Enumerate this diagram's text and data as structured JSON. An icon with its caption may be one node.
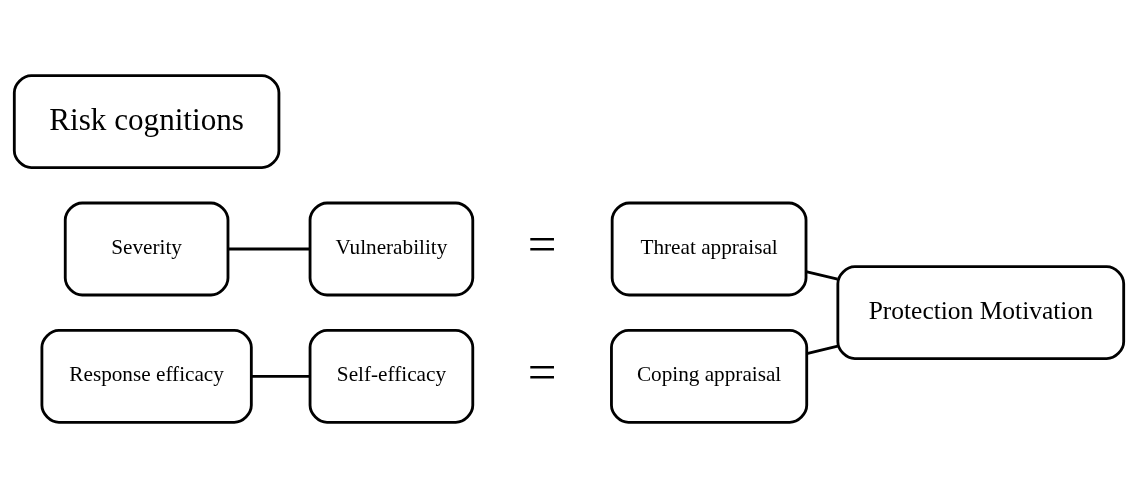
{
  "diagram": {
    "nodes": [
      {
        "text": [
          "Risk cognitions"
        ]
      },
      {
        "text": [
          "Severity"
        ]
      },
      {
        "text": [
          "Vulnerability"
        ]
      },
      {
        "text": [
          "Threat appraisal"
        ]
      },
      {
        "text": [
          "Response efficacy"
        ]
      },
      {
        "text": [
          "Self-efficacy"
        ]
      },
      {
        "text": [
          "Coping appraisal"
        ]
      },
      {
        "text": [
          "Protection Motivation"
        ]
      }
    ],
    "edges": [
      {
        "from": 1,
        "to": 2,
        "arrow": "none"
      },
      {
        "from": 4,
        "to": 5,
        "arrow": "none"
      },
      {
        "from": 3,
        "to": 7,
        "arrow": "none"
      },
      {
        "from": 6,
        "to": 7,
        "arrow": "none"
      }
    ],
    "labels": [
      "=",
      "="
    ]
  }
}
